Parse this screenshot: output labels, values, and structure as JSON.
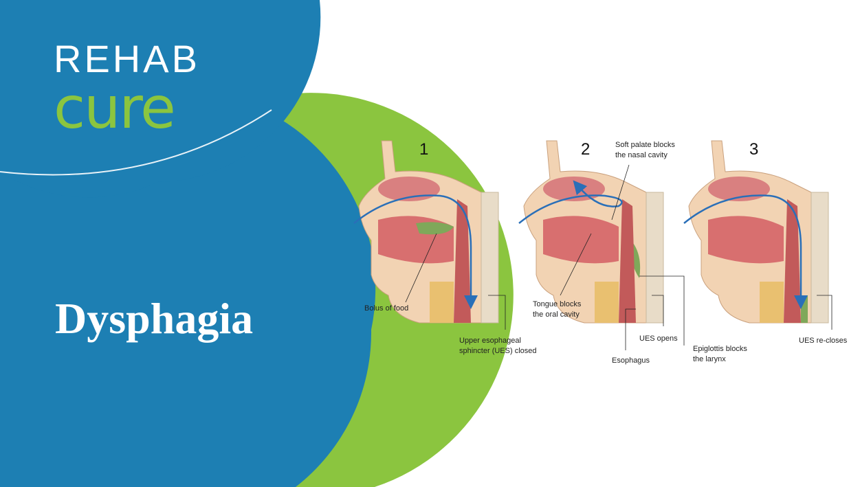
{
  "logo": {
    "top": "REHAB",
    "bottom": "cure"
  },
  "title": "Dysphagia",
  "colors": {
    "brand_blue": "#1d7fb3",
    "brand_green": "#8bc53f"
  },
  "diagram": {
    "panels": [
      {
        "number": "1"
      },
      {
        "number": "2"
      },
      {
        "number": "3"
      }
    ],
    "labels": {
      "bolus": "Bolus of food",
      "ues_closed_line1": "Upper esophageal",
      "ues_closed_line2": "sphincter (UES) closed",
      "soft_palate_line1": "Soft palate blocks",
      "soft_palate_line2": "the nasal cavity",
      "tongue_line1": "Tongue blocks",
      "tongue_line2": "the oral cavity",
      "ues_opens": "UES opens",
      "esophagus": "Esophagus",
      "epiglottis_line1": "Epiglottis blocks",
      "epiglottis_line2": "the larynx",
      "ues_recloses": "UES re-closes"
    }
  }
}
